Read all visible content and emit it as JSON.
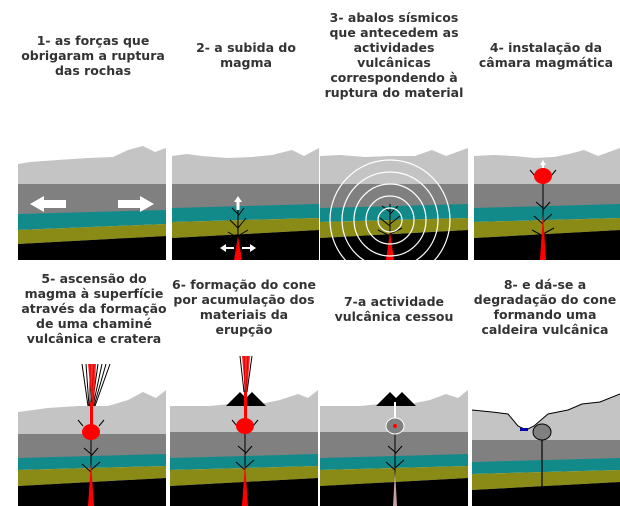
{
  "steps": [
    {
      "caption": "1- as forças que\nobrigaram a ruptura\ndas rochas"
    },
    {
      "caption": "2- a subida do\nmagma"
    },
    {
      "caption": "3- abalos sísmicos\nque antecedem as\nactividades\nvulcânicas\ncorrespondendo à\nruptura do material"
    },
    {
      "caption": "4- instalação da\ncâmara magmática"
    },
    {
      "caption": "5- ascensão do\nmagma à superfície\natravés da formação\nde uma chaminé\nvulcânica e  cratera"
    },
    {
      "caption": "6- formação do cone\npor acumulação dos\nmateriais da\nerupção"
    },
    {
      "caption": "7-a  actividade\nvulcânica cessou"
    },
    {
      "caption": "8- e dá-se a\ndegradação do cone\nformando uma\ncaldeira vulcânica"
    }
  ],
  "colors": {
    "sky": "#ffffff",
    "crust_light": "#c4c4c4",
    "crust_dark": "#808080",
    "teal_layer": "#138a8a",
    "olive_layer": "#8a8a16",
    "mantle": "#000000",
    "magma": "#ff0000",
    "arrow": "#ffffff",
    "caption": "#333333"
  }
}
